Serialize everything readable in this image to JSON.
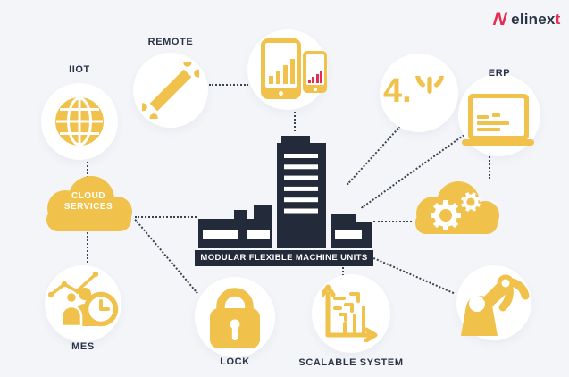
{
  "logo": {
    "mark": "N",
    "brand": "elinex",
    "brand_accent": "t"
  },
  "colors": {
    "yellow": "#F0C24B",
    "dark_navy": "#232B3A",
    "accent_red": "#E62C50",
    "background": "#F3F5F9",
    "connector_dots": "#3A4250",
    "circle_bg": "#FFFFFF"
  },
  "banner": {
    "label": "MODULAR FLEXIBLE MACHINE UNITS"
  },
  "nodes": {
    "iiot": {
      "label": "IIOT",
      "icon": "globe-icon"
    },
    "remote": {
      "label": "REMOTE",
      "icon": "wrench-icon"
    },
    "devices": {
      "icon": "tablet-phone-charts-icon"
    },
    "industry40": {
      "text": "4.",
      "icon": "power-icon"
    },
    "erp": {
      "label": "ERP",
      "icon": "laptop-icon"
    },
    "cloud_services": {
      "label_line1": "CLOUD",
      "label_line2": "SERVICES",
      "icon": "cloud-icon"
    },
    "automation_cloud": {
      "icon": "cloud-gears-icon"
    },
    "mes": {
      "label": "MES",
      "icon": "team-clock-chart-icon"
    },
    "lock": {
      "label": "LOCK",
      "icon": "padlock-icon"
    },
    "scalable": {
      "label": "SCALABLE SYSTEM",
      "icon": "scalable-axes-icon"
    },
    "robot": {
      "icon": "robot-arm-icon"
    }
  },
  "connections": [
    {
      "from": "iiot",
      "to": "cloud_services"
    },
    {
      "from": "cloud_services",
      "to": "mes"
    },
    {
      "from": "cloud_services",
      "to": "machine_units"
    },
    {
      "from": "cloud_services",
      "to": "lock"
    },
    {
      "from": "remote",
      "to": "devices"
    },
    {
      "from": "devices",
      "to": "machine_units"
    },
    {
      "from": "industry40",
      "to": "machine_units"
    },
    {
      "from": "machine_units",
      "to": "erp"
    },
    {
      "from": "erp",
      "to": "automation_cloud"
    },
    {
      "from": "machine_units",
      "to": "automation_cloud"
    },
    {
      "from": "machine_units",
      "to": "robot"
    },
    {
      "from": "machine_units",
      "to": "scalable"
    }
  ]
}
